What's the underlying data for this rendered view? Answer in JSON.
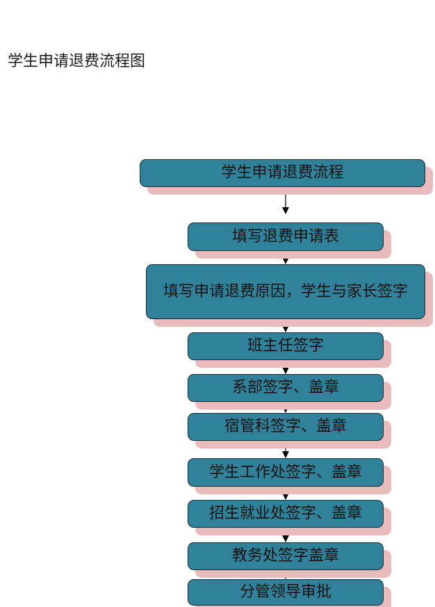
{
  "document": {
    "title": "学生申请退费流程图"
  },
  "flowchart": {
    "nodes": [
      {
        "id": "n0",
        "label": "学生申请退费流程"
      },
      {
        "id": "n1",
        "label": "填写退费申请表"
      },
      {
        "id": "n2",
        "label": "填写申请退费原因，学生与家长签字"
      },
      {
        "id": "n3",
        "label": "班主任签字"
      },
      {
        "id": "n4",
        "label": "系部签字、盖章"
      },
      {
        "id": "n5",
        "label": "宿管科签字、盖章"
      },
      {
        "id": "n6",
        "label": "学生工作处签字、盖章"
      },
      {
        "id": "n7",
        "label": "招生就业处签字、盖章"
      },
      {
        "id": "n8",
        "label": "教务处签字盖章"
      },
      {
        "id": "n9",
        "label": "分管领导审批"
      }
    ],
    "edges": [
      {
        "from": "n0",
        "to": "n1"
      },
      {
        "from": "n1",
        "to": "n2"
      },
      {
        "from": "n2",
        "to": "n3"
      },
      {
        "from": "n3",
        "to": "n4"
      },
      {
        "from": "n4",
        "to": "n5"
      },
      {
        "from": "n5",
        "to": "n6"
      },
      {
        "from": "n6",
        "to": "n7"
      },
      {
        "from": "n7",
        "to": "n8"
      },
      {
        "from": "n8",
        "to": "n9"
      }
    ]
  }
}
